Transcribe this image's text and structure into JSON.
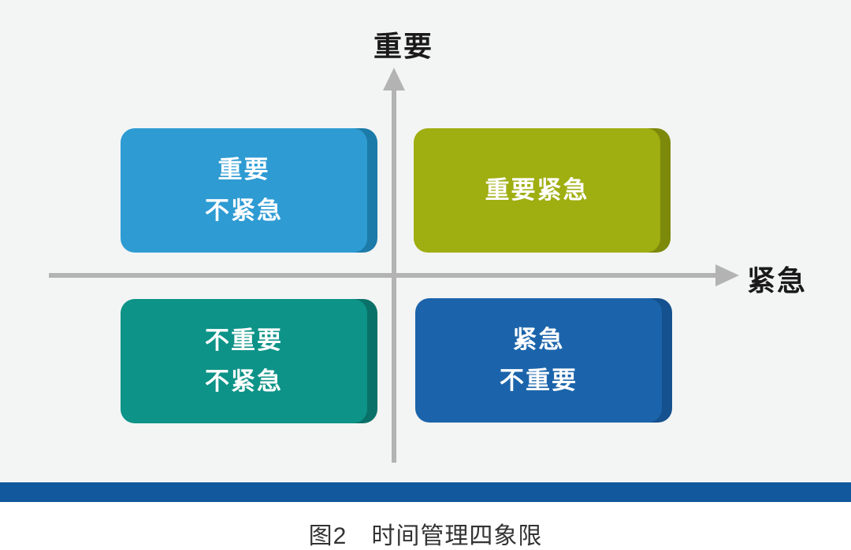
{
  "figure": {
    "caption": "图2　时间管理四象限"
  },
  "background_color": "#f3f4f4",
  "axes": {
    "y_label": "重要",
    "x_label": "紧急",
    "color": "#b3b3b3"
  },
  "quadrants": [
    {
      "id": "important-not-urgent",
      "position": "top-left",
      "lines": [
        "重要",
        "不紧急"
      ],
      "color": "#2e9bd3",
      "edge_color": "#1c7ba9"
    },
    {
      "id": "important-urgent",
      "position": "top-right",
      "lines": [
        "重要紧急"
      ],
      "color": "#9fae10",
      "edge_color": "#7d890b"
    },
    {
      "id": "not-important-not-urgent",
      "position": "bottom-left",
      "lines": [
        "不重要",
        "不紧急"
      ],
      "color": "#0d9387",
      "edge_color": "#0a7168"
    },
    {
      "id": "urgent-not-important",
      "position": "bottom-right",
      "lines": [
        "紧急",
        "不重要"
      ],
      "color": "#1b64ab",
      "edge_color": "#14518e"
    }
  ],
  "bar": {
    "color": "#11589d"
  }
}
